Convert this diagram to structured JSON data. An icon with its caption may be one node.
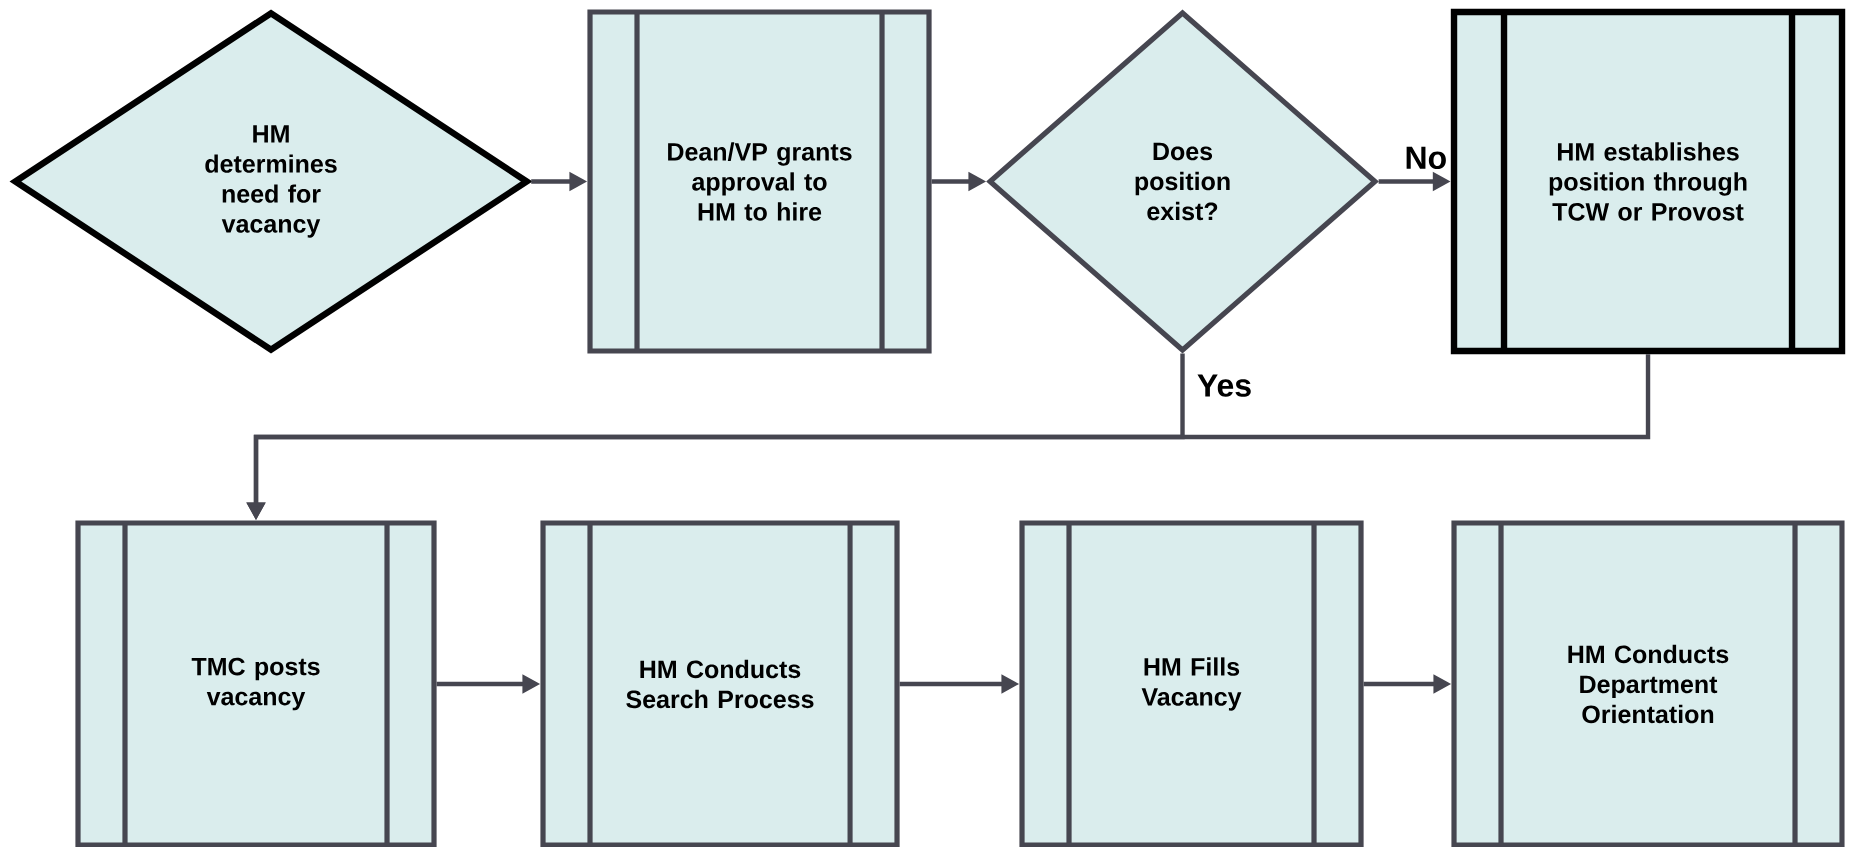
{
  "diagram": {
    "nodes": [
      {
        "text": [
          "HM determines need for vacancy"
        ]
      },
      {
        "text": [
          "Dean/VP grants approval to HM to hire"
        ]
      },
      {
        "text": [
          "Does position exist?"
        ]
      },
      {
        "text": [
          "HM establishes position through TCW or Provost"
        ]
      },
      {
        "text": [
          "TMC posts vacancy"
        ]
      },
      {
        "text": [
          "HM Conducts Search Process"
        ]
      },
      {
        "text": [
          "HM Fills Vacancy"
        ]
      },
      {
        "text": [
          "HM Conducts Department Orientation"
        ]
      }
    ],
    "edges": [
      {
        "from": 0,
        "to": 1,
        "arrow": "to"
      },
      {
        "from": 1,
        "to": 2,
        "arrow": "to"
      },
      {
        "from": 2,
        "to": 3,
        "arrow": "to",
        "label": "No"
      },
      {
        "from": 2,
        "to": 4,
        "arrow": "to",
        "label": "Yes"
      },
      {
        "from": 3,
        "to": 4,
        "arrow": "to"
      },
      {
        "from": 4,
        "to": 5,
        "arrow": "to"
      },
      {
        "from": 5,
        "to": 6,
        "arrow": "to"
      },
      {
        "from": 6,
        "to": 7,
        "arrow": "to"
      }
    ]
  }
}
